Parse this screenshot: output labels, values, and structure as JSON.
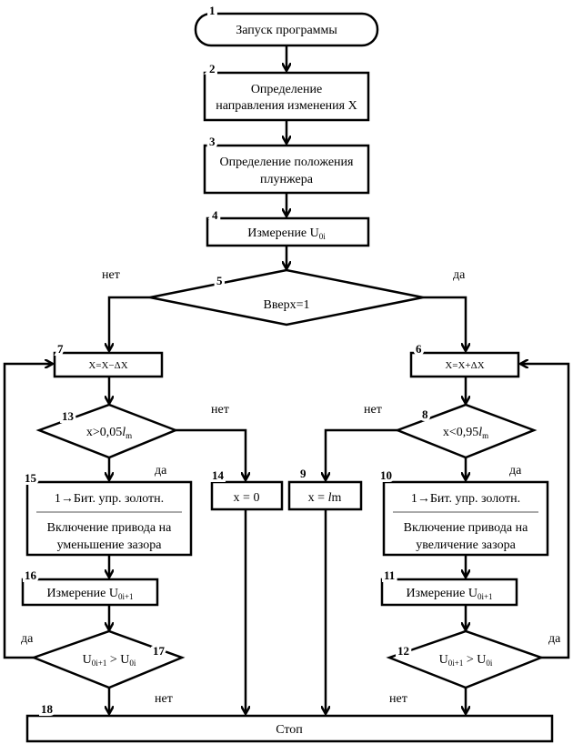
{
  "blocks": {
    "b1": {
      "num": "1",
      "text": "Запуск программы"
    },
    "b2": {
      "num": "2",
      "line1": "Определение",
      "line2": "направления изменения X"
    },
    "b3": {
      "num": "3",
      "line1": "Определение положения",
      "line2": "плунжера"
    },
    "b4": {
      "num": "4",
      "text": "Измерение U",
      "sub": "0i"
    },
    "b5": {
      "num": "5",
      "text": "Вверх=1"
    },
    "b6": {
      "num": "6",
      "text": "X=X+ΔX"
    },
    "b7": {
      "num": "7",
      "text": "X=X−ΔX"
    },
    "b8": {
      "num": "8",
      "text": "x<0,95",
      "var": "l",
      "sub": "m"
    },
    "b9": {
      "num": "9",
      "text": "x = ",
      "var": "l",
      "sub": "m"
    },
    "b10": {
      "num": "10",
      "line1": "1→Бит. упр. золотн.",
      "line2": "Включение привода на",
      "line3": "увеличение зазора"
    },
    "b11": {
      "num": "11",
      "text": "Измерение U",
      "sub": "0i+1"
    },
    "b12": {
      "num": "12",
      "u1": "U",
      "s1": "0i+1",
      "op": " > U",
      "s2": "0i"
    },
    "b13": {
      "num": "13",
      "text": "x>0,05",
      "var": "l",
      "sub": "m"
    },
    "b14": {
      "num": "14",
      "text": "x = 0"
    },
    "b15": {
      "num": "15",
      "line1": "1→Бит. упр. золотн.",
      "line2": "Включение привода на",
      "line3": "уменьшение зазора"
    },
    "b16": {
      "num": "16",
      "text": "Измерение U",
      "sub": "0i+1"
    },
    "b17": {
      "num": "17",
      "u1": "U",
      "s1": "0i+1",
      "op": " > U",
      "s2": "0i"
    },
    "b18": {
      "num": "18",
      "text": "Стоп"
    }
  },
  "labels": {
    "yes": "да",
    "no": "нет"
  }
}
